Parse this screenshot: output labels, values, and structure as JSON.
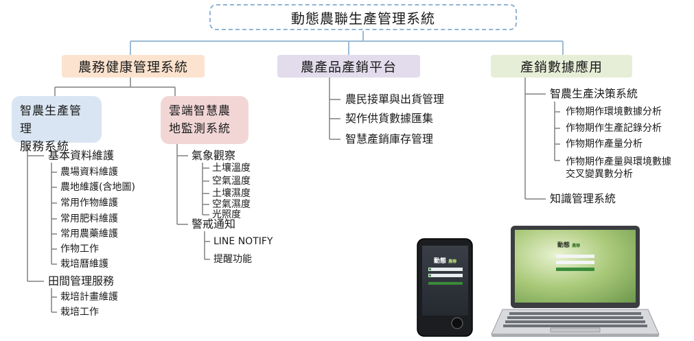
{
  "root": {
    "title": "動態農聯生產管理系統"
  },
  "categories": [
    {
      "label": "農務健康管理系統",
      "color": "#fbe3cf"
    },
    {
      "label": "農產品產銷平台",
      "color": "#e2dcec"
    },
    {
      "label": "產銷數據應用",
      "color": "#e7eed7"
    }
  ],
  "farm_service": {
    "title_line1": "智農生產管理",
    "title_line2": "服務系統",
    "color": "#d9e5f2",
    "groups": [
      {
        "label": "基本資料維護",
        "items": [
          "農場資料維護",
          "農地維護(含地圖)",
          "常用作物維護",
          "常用肥料維護",
          "常用農藥維護",
          "作物工作",
          "栽培曆維護"
        ]
      },
      {
        "label": "田間管理服務",
        "items": [
          "栽培計畫維護",
          "栽培工作"
        ]
      }
    ]
  },
  "cloud_monitor": {
    "title_line1": "雲端智慧農",
    "title_line2": "地監測系統",
    "color": "#f2d6d6",
    "groups": [
      {
        "label": "氣象觀察",
        "items": [
          "土壤溫度",
          "空氣溫度",
          "土壤濕度",
          "空氣濕度",
          "光照度"
        ]
      },
      {
        "label": "警戒通知",
        "items": [
          "LINE NOTIFY",
          "提醒功能"
        ]
      }
    ]
  },
  "platform": {
    "items": [
      "農民接單與出貨管理",
      "契作供貨數據匯集",
      "智慧產銷庫存管理"
    ]
  },
  "data_app": {
    "decision": {
      "label": "智農生產決策系統",
      "items": [
        "作物期作環境數據分析",
        "作物期作生產記錄分析",
        "作物期作產量分析"
      ],
      "last_item_line1": "作物期作產量與環境數據",
      "last_item_line2": "交叉變異數分析"
    },
    "knowledge": {
      "label": "知識管理系統"
    }
  },
  "devices": {
    "phone_logo": "動態",
    "phone_logo_sub": "農聯",
    "laptop_logo": "動態",
    "laptop_logo_sub": "農聯"
  }
}
